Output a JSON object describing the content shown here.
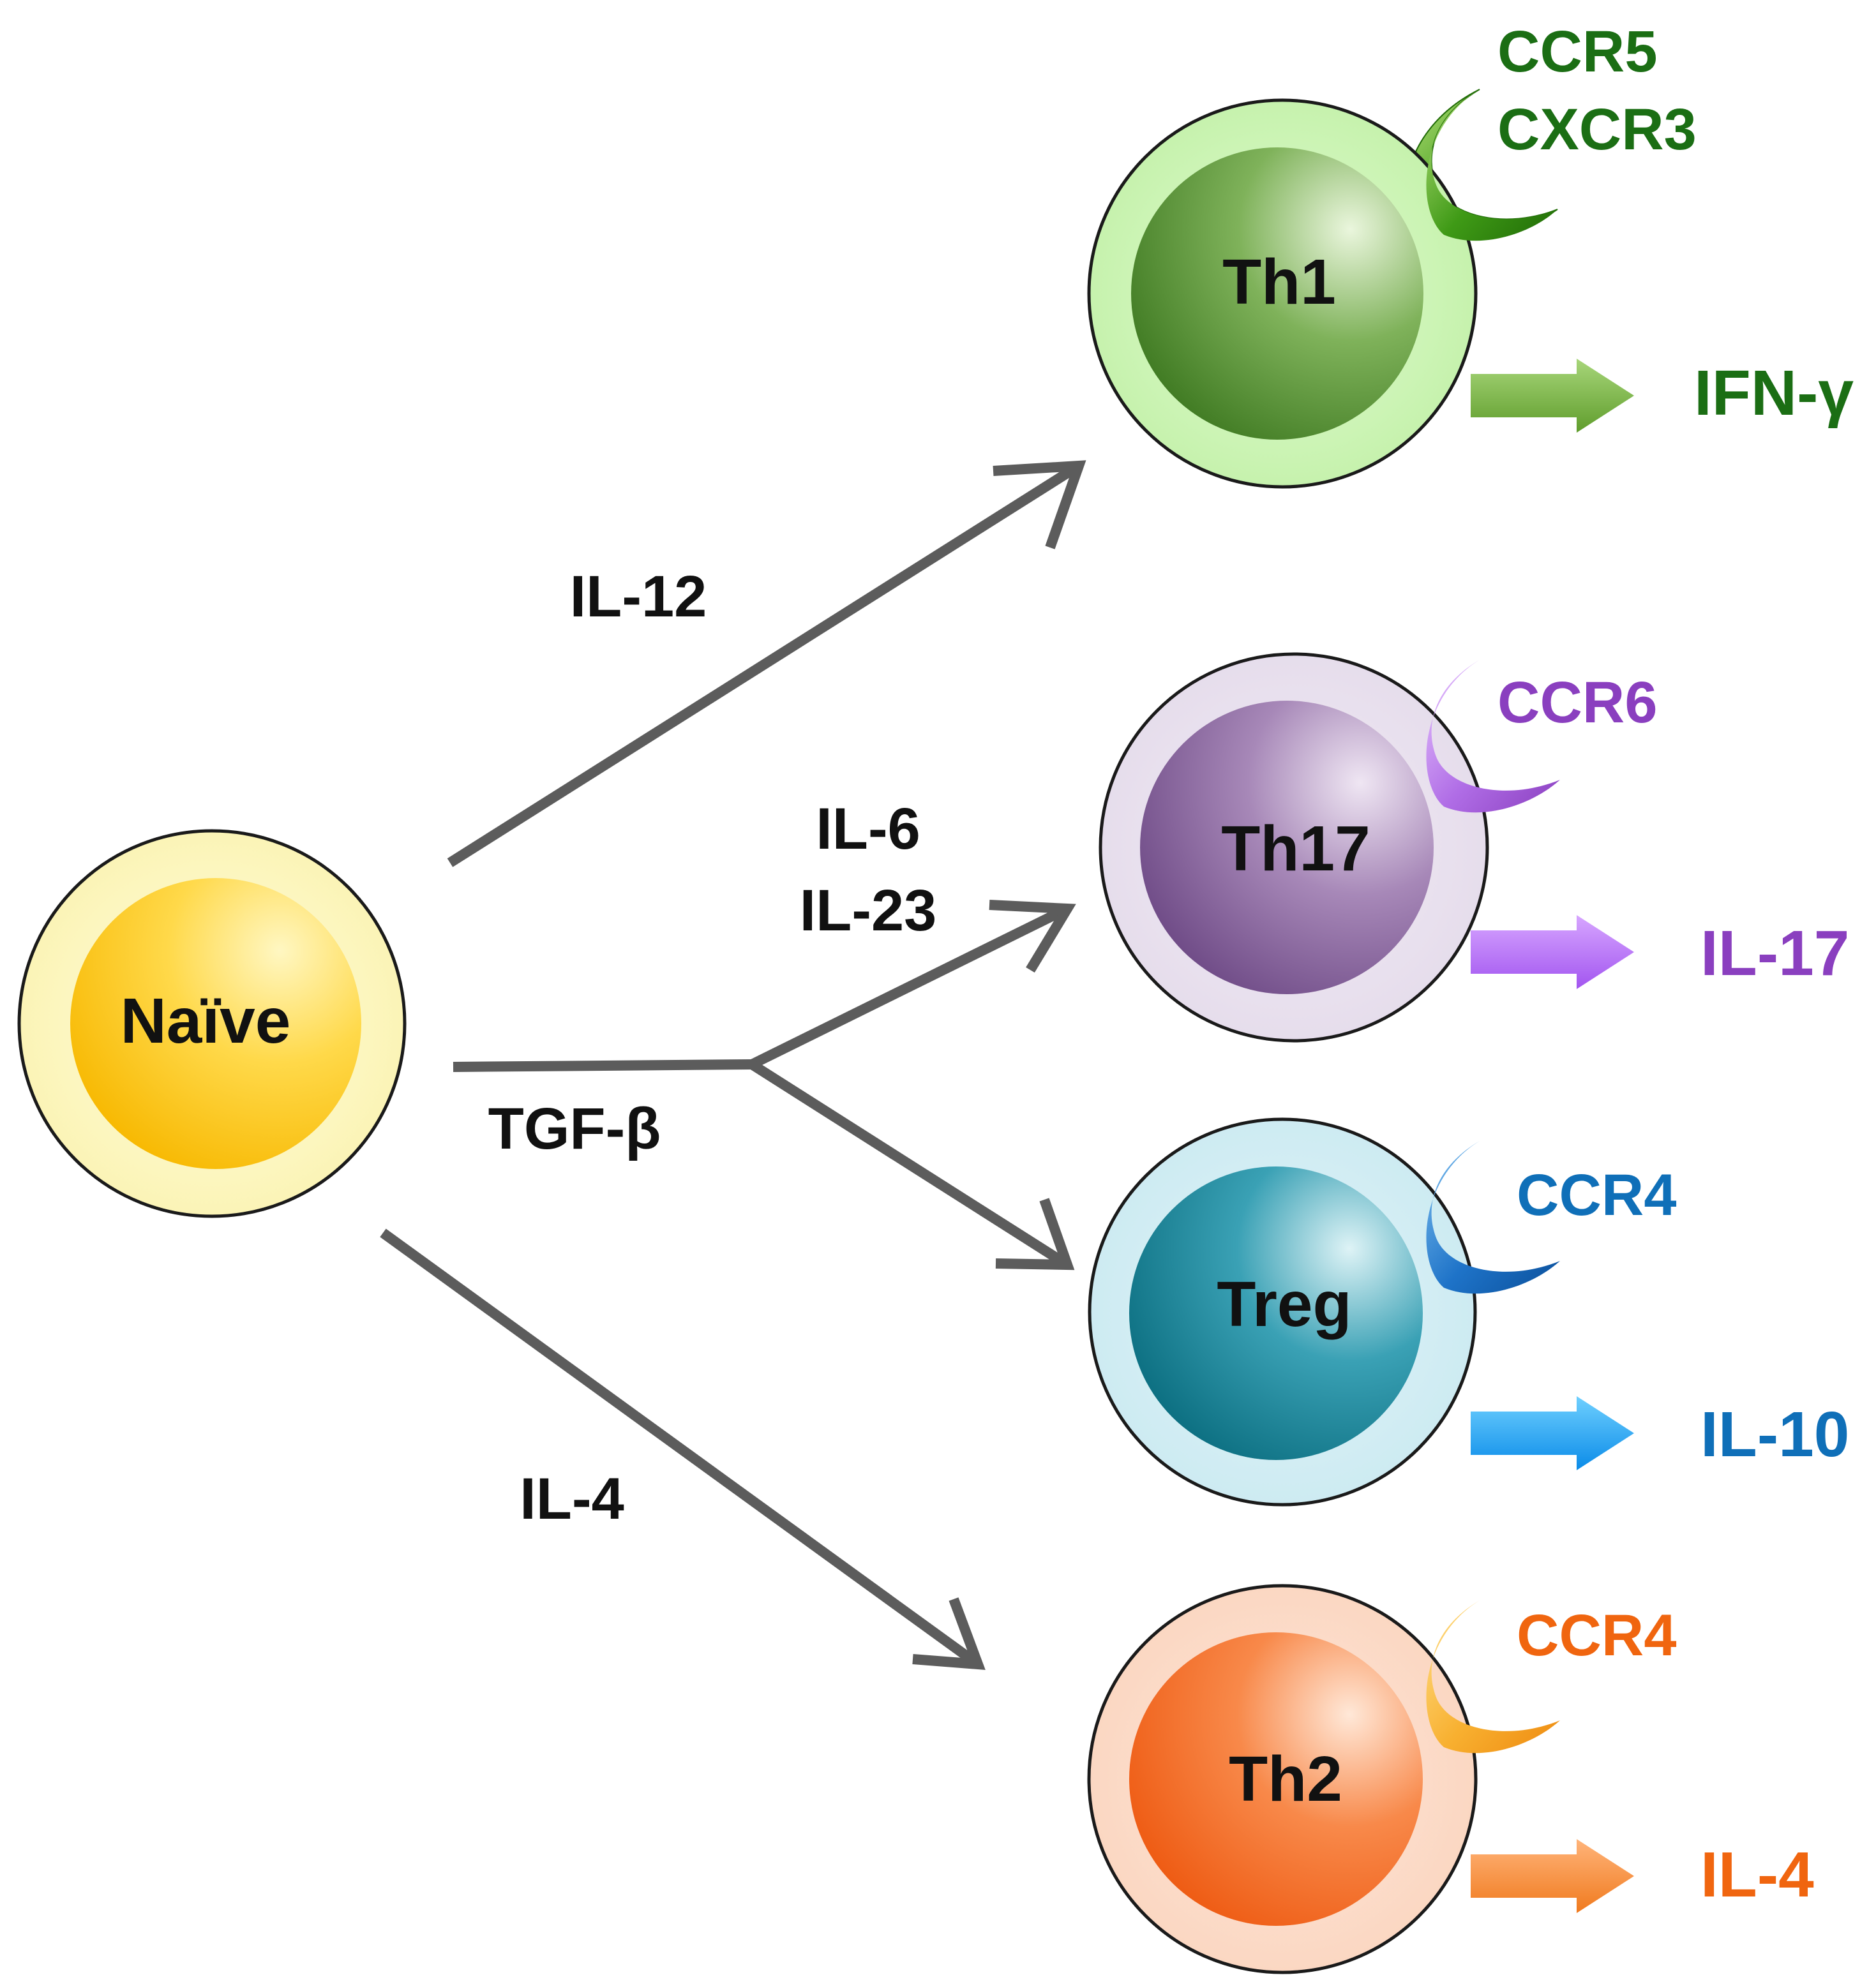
{
  "diagram": {
    "naive": {
      "label": "Naïve"
    },
    "modulators": {
      "th1": "IL-12",
      "th17_line1": "IL-6",
      "th17_line2": "IL-23",
      "shared": "TGF-β",
      "th2": "IL-4"
    },
    "subsets": [
      {
        "label": "Th1",
        "receptors": [
          "CCR5",
          "CXCR3"
        ],
        "cytokine": "IFN-γ",
        "text_color": "#1b6e14"
      },
      {
        "label": "Th17",
        "receptors": [
          "CCR6"
        ],
        "cytokine": "IL-17",
        "text_color": "#8a3fbf"
      },
      {
        "label": "Treg",
        "receptors": [
          "CCR4"
        ],
        "cytokine": "IL-10",
        "text_color": "#0f6fb8"
      },
      {
        "label": "Th2",
        "receptors": [
          "CCR4"
        ],
        "cytokine": "IL-4",
        "text_color": "#f0650f"
      }
    ]
  }
}
